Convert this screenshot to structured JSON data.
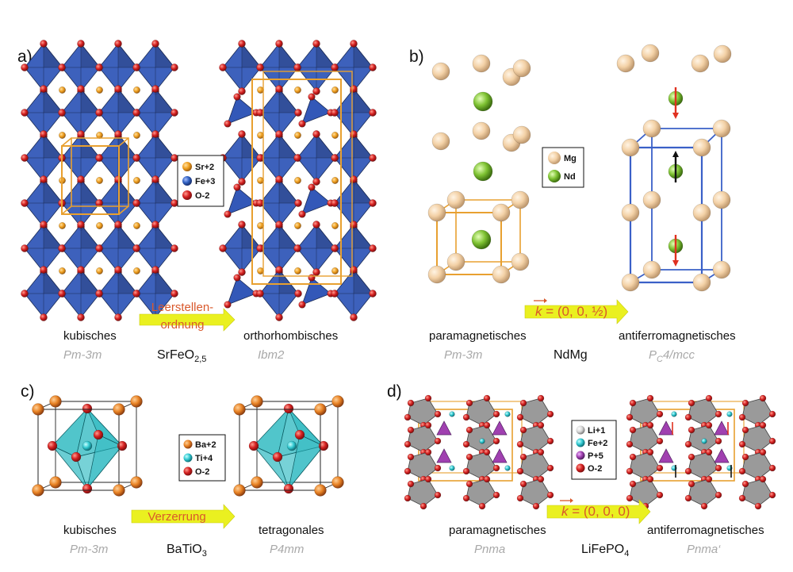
{
  "panels": {
    "a": {
      "letter": "a)",
      "left_caption": "kubisches",
      "left_space": "Pm-3m",
      "right_caption": "orthorhombisches",
      "right_space": "Ibm2",
      "compound_base": "SrFeO",
      "compound_sub": "2,5",
      "arrow_line1": "Leerstellen-",
      "arrow_line2": "ordnung",
      "legend": [
        {
          "label": "Sr+2",
          "color": "#f0a020"
        },
        {
          "label": "Fe+3",
          "color": "#3060c0"
        },
        {
          "label": "O-2",
          "color": "#d42020"
        }
      ]
    },
    "b": {
      "letter": "b)",
      "left_caption": "paramagnetisches",
      "left_space": "Pm-3m",
      "right_caption": "antiferromagnetisches",
      "right_space_main": "P",
      "right_space_sub": "C",
      "right_space_rest": "4/mcc",
      "compound": "NdMg",
      "k_symbol": "k",
      "k_rest": " = (0, 0, ½)",
      "legend": [
        {
          "label": "Mg",
          "color": "#f3d1a6"
        },
        {
          "label": "Nd",
          "color": "#7ec232"
        }
      ]
    },
    "c": {
      "letter": "c)",
      "left_caption": "kubisches",
      "left_space": "Pm-3m",
      "right_caption": "tetragonales",
      "right_space": "P4mm",
      "compound_base": "BaTiO",
      "compound_sub": "3",
      "arrow_text": "Verzerrung",
      "legend": [
        {
          "label": "Ba+2",
          "color": "#e88224"
        },
        {
          "label": "Ti+4",
          "color": "#30c8d0"
        },
        {
          "label": "O-2",
          "color": "#d42020"
        }
      ]
    },
    "d": {
      "letter": "d)",
      "left_caption": "paramagnetisches",
      "left_space": "Pnma",
      "right_caption": "antiferromagnetisches",
      "right_space": "Pnma‘",
      "compound_base": "LiFePO",
      "compound_sub": "4",
      "k_symbol": "k",
      "k_rest": " = (0, 0, 0)",
      "legend": [
        {
          "label": "Li+1",
          "color": "#d8d8d8"
        },
        {
          "label": "Fe+2",
          "color": "#30c8d0"
        },
        {
          "label": "P+5",
          "color": "#a040b0"
        },
        {
          "label": "O-2",
          "color": "#d42020"
        }
      ]
    }
  },
  "colors": {
    "octahedron_blue": "#3358b8",
    "octahedron_gray": "#9a9a9a",
    "octahedron_cyan": "#2bb8c0",
    "arrow_yellow": "#eaf020",
    "cell_orange": "#e8a030",
    "cell_blue": "#3a60c8",
    "spin_red": "#e03020"
  }
}
